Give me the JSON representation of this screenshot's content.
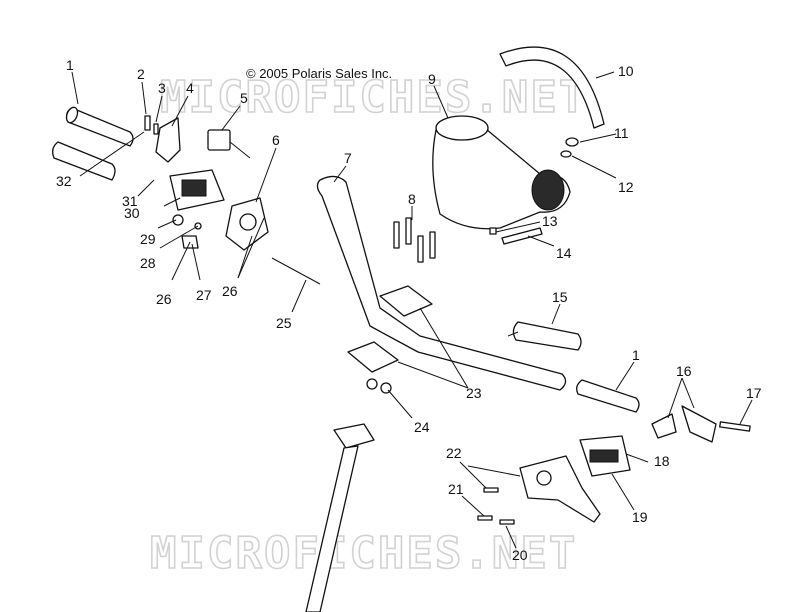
{
  "copyright": "© 2005 Polaris Sales Inc.",
  "watermark": "MICROFICHES.NET",
  "callouts": [
    {
      "id": "c1a",
      "text": "1"
    },
    {
      "id": "c2",
      "text": "2"
    },
    {
      "id": "c3",
      "text": "3"
    },
    {
      "id": "c4",
      "text": "4"
    },
    {
      "id": "c5",
      "text": "5"
    },
    {
      "id": "c6",
      "text": "6"
    },
    {
      "id": "c7",
      "text": "7"
    },
    {
      "id": "c8",
      "text": "8"
    },
    {
      "id": "c9",
      "text": "9"
    },
    {
      "id": "c10",
      "text": "10"
    },
    {
      "id": "c11",
      "text": "11"
    },
    {
      "id": "c12",
      "text": "12"
    },
    {
      "id": "c13",
      "text": "13"
    },
    {
      "id": "c14",
      "text": "14"
    },
    {
      "id": "c15",
      "text": "15"
    },
    {
      "id": "c1b",
      "text": "1"
    },
    {
      "id": "c16",
      "text": "16"
    },
    {
      "id": "c17",
      "text": "17"
    },
    {
      "id": "c18",
      "text": "18"
    },
    {
      "id": "c19",
      "text": "19"
    },
    {
      "id": "c20",
      "text": "20"
    },
    {
      "id": "c21",
      "text": "21"
    },
    {
      "id": "c22",
      "text": "22"
    },
    {
      "id": "c23",
      "text": "23"
    },
    {
      "id": "c24",
      "text": "24"
    },
    {
      "id": "c25",
      "text": "25"
    },
    {
      "id": "c26a",
      "text": "26"
    },
    {
      "id": "c26b",
      "text": "26"
    },
    {
      "id": "c27",
      "text": "27"
    },
    {
      "id": "c28",
      "text": "28"
    },
    {
      "id": "c29",
      "text": "29"
    },
    {
      "id": "c30",
      "text": "30"
    },
    {
      "id": "c31",
      "text": "31"
    },
    {
      "id": "c32",
      "text": "32"
    }
  ]
}
